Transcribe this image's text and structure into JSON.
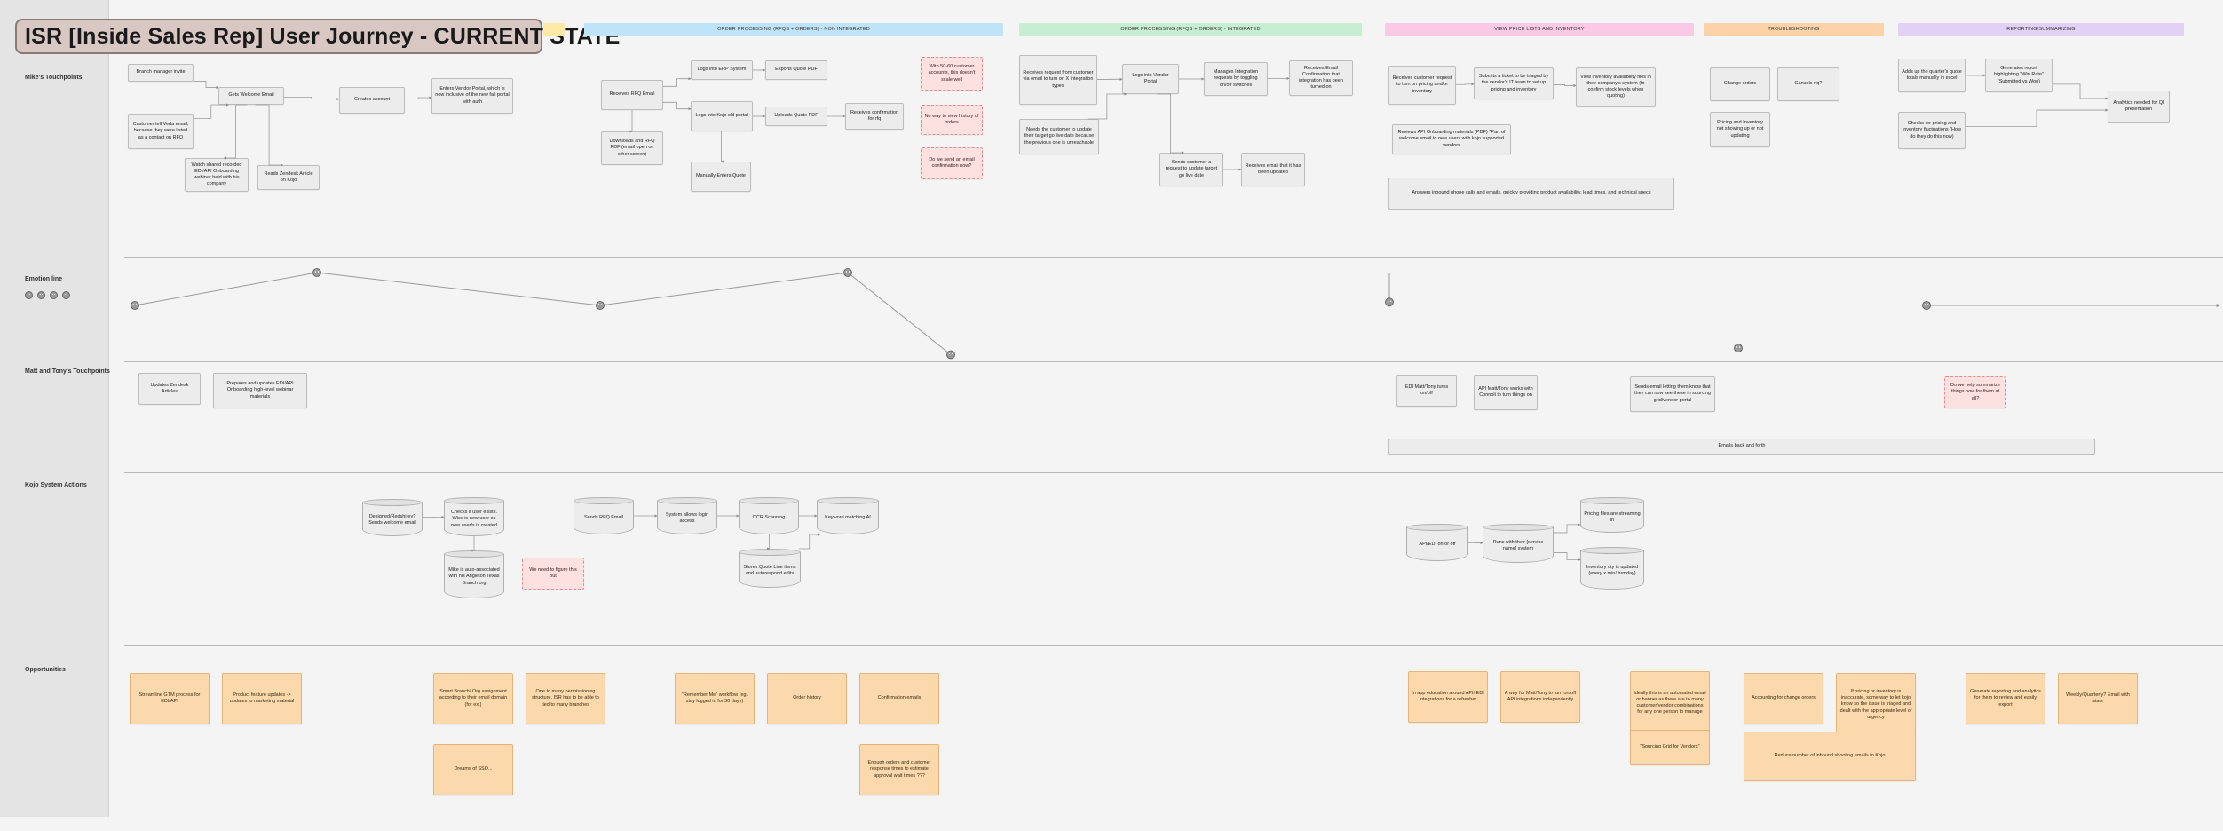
{
  "title": "ISR [Inside Sales Rep] User Journey - CURRENT STATE",
  "phases": [
    {
      "id": "p0",
      "label": "",
      "color": "#fde9a6"
    },
    {
      "id": "p1",
      "label": "ORDER PROCESSING (RFQS + ORDERS) - non integrated",
      "color": "#bfe3f7"
    },
    {
      "id": "p2",
      "label": "ORDER PROCESSING (RFQS + ORDERS) - integrated",
      "color": "#c7eed3"
    },
    {
      "id": "p3",
      "label": "VIEW PRICE LISTS AND INVENTORY",
      "color": "#f9c9e6"
    },
    {
      "id": "p4",
      "label": "TROUBLESHOOTING",
      "color": "#fcd3a8"
    },
    {
      "id": "p5",
      "label": "REPORTING/SUMMARIZING",
      "color": "#e2d0f5"
    }
  ],
  "lanes": [
    {
      "id": "mike",
      "label": "Mike's Touchpoints"
    },
    {
      "id": "emotion",
      "label": "Emotion line"
    },
    {
      "id": "matt",
      "label": "Matt and Tony's Touchpoints"
    },
    {
      "id": "kojo",
      "label": "Kojo System Actions"
    },
    {
      "id": "opps",
      "label": "Opportunities"
    }
  ],
  "cards": [
    {
      "id": "c1",
      "text": "Branch manager invite",
      "style": "gray"
    },
    {
      "id": "c2",
      "text": "Customer tell Veda email, because they were listed as a contact on RFQ",
      "style": "gray"
    },
    {
      "id": "c3",
      "text": "Gets Welcome Email",
      "style": "gray"
    },
    {
      "id": "c4",
      "text": "Creates account",
      "style": "gray"
    },
    {
      "id": "c5",
      "text": "Enters Vendor Portal, which is now inclusive of the new fall portal with auth",
      "style": "gray"
    },
    {
      "id": "c6",
      "text": "Watch shared recorded EDI/API Onboarding webinar held with his company",
      "style": "gray"
    },
    {
      "id": "c7",
      "text": "Reads Zendesk Article on Kojo",
      "style": "gray"
    },
    {
      "id": "c8",
      "text": "Receives RFQ Email",
      "style": "gray"
    },
    {
      "id": "c9",
      "text": "Logs into ERP System",
      "style": "gray"
    },
    {
      "id": "c10",
      "text": "Exports Quote PDF",
      "style": "gray"
    },
    {
      "id": "c11",
      "text": "Logs into Kojo old portal",
      "style": "gray"
    },
    {
      "id": "c12",
      "text": "Uploads Quote PDF",
      "style": "gray"
    },
    {
      "id": "c13",
      "text": "Receives confirmation for rfq",
      "style": "gray"
    },
    {
      "id": "c14",
      "text": "Downloads and RFQ PDF (email open on other screen)",
      "style": "gray"
    },
    {
      "id": "c15",
      "text": "Manually Enters Quote",
      "style": "gray"
    },
    {
      "id": "c16",
      "text": "With 50-60 customer accounts, this doesn't scale well",
      "style": "red"
    },
    {
      "id": "c17",
      "text": "No way to view history of orders",
      "style": "red"
    },
    {
      "id": "c18",
      "text": "Do we send an email confirmation now?",
      "style": "red"
    },
    {
      "id": "c19",
      "text": "Receives request from customer via email to turn on X integration types",
      "style": "gray"
    },
    {
      "id": "c20",
      "text": "Logs into Vendor Portal",
      "style": "gray"
    },
    {
      "id": "c21",
      "text": "Manages Integration requests by toggling on/off switches",
      "style": "gray"
    },
    {
      "id": "c22",
      "text": "Receives Email Confirmation that integration has been turned on",
      "style": "gray"
    },
    {
      "id": "c23",
      "text": "Needs the customer to update their target go live date because the previous one is unreachable",
      "style": "gray"
    },
    {
      "id": "c24",
      "text": "Sends customer a request to update target go live date",
      "style": "gray"
    },
    {
      "id": "c25",
      "text": "Receives email that it has been updated",
      "style": "gray"
    },
    {
      "id": "c26",
      "text": "Receives customer request to turn on pricing and/or inventory",
      "style": "gray"
    },
    {
      "id": "c27",
      "text": "Submits a ticket to be triaged by the vendor's IT team to set up pricing and inventory",
      "style": "gray"
    },
    {
      "id": "c28",
      "text": "View inventory availability files in their company's system (to confirm stock levels when quoting)",
      "style": "gray"
    },
    {
      "id": "c29",
      "text": "Reviews API Onboarding materials (PDF) *Part of welcome email to new users with kojo supported vendors",
      "style": "gray"
    },
    {
      "id": "c30",
      "text": "Answers inbound phone calls and emails, quickly providing product availability, lead times, and technical specs",
      "style": "gray"
    },
    {
      "id": "c31",
      "text": "Change orders",
      "style": "gray"
    },
    {
      "id": "c32",
      "text": "Cancels rfq?",
      "style": "gray"
    },
    {
      "id": "c33",
      "text": "Pricing and Inventory not showing up or not updating",
      "style": "gray"
    },
    {
      "id": "c34",
      "text": "Adds up the quarter's quote totals manually in excel",
      "style": "gray"
    },
    {
      "id": "c35",
      "text": "Generates report highlighting \"Win Rate\" (Submitted vs Won)",
      "style": "gray"
    },
    {
      "id": "c36",
      "text": "Analytics needed for QI presentation",
      "style": "gray"
    },
    {
      "id": "c37",
      "text": "Checks for pricing and inventory fluctuations (How do they do this now)",
      "style": "gray"
    },
    {
      "id": "c38",
      "text": "Updates Zendesk Articles",
      "style": "gray"
    },
    {
      "id": "c39",
      "text": "Prepares and updates EDI/API Onboarding high-level webinar materials",
      "style": "gray"
    },
    {
      "id": "c40",
      "text": "EDI Matt/Tony turns on/off",
      "style": "gray"
    },
    {
      "id": "c41",
      "text": "API Matt/Tony works with Connoli to turn things on",
      "style": "gray"
    },
    {
      "id": "c42",
      "text": "Sends email letting them know that they can now see these in sourcing grid/vendor portal",
      "style": "gray"
    },
    {
      "id": "c43",
      "text": "Do we help summarize things now for them at all?",
      "style": "red"
    },
    {
      "id": "c44",
      "text": "Emails back and forth",
      "style": "gray"
    },
    {
      "id": "c45",
      "text": "We need to figure this out",
      "style": "red"
    },
    {
      "id": "c46",
      "text": "Streamline GTM process for EDI/API",
      "style": "orange"
    },
    {
      "id": "c47",
      "text": "Product feature updates -> updates to marketing material",
      "style": "orange"
    },
    {
      "id": "c48",
      "text": "Smart Branch/ Org assignment according to their email domain (for ex.)",
      "style": "orange"
    },
    {
      "id": "c49",
      "text": "One to many permissioning structure. ISR has to be able to tied to many branches",
      "style": "orange"
    },
    {
      "id": "c50",
      "text": "Dreams of SSO...",
      "style": "orange"
    },
    {
      "id": "c51",
      "text": "\"Remember Me\" workflow (eg. stay logged in for 30 days)",
      "style": "orange"
    },
    {
      "id": "c52",
      "text": "Order history",
      "style": "orange"
    },
    {
      "id": "c53",
      "text": "Confirmation emails",
      "style": "orange"
    },
    {
      "id": "c54",
      "text": "Enough orders and customer response times to estimate approval wait times ???",
      "style": "orange"
    },
    {
      "id": "c55",
      "text": "In app education around API/ EDI integrations for a refresher",
      "style": "orange"
    },
    {
      "id": "c56",
      "text": "A way for Matt/Tony to turn on/off API integrations independently",
      "style": "orange"
    },
    {
      "id": "c57",
      "text": "Ideally this is an automated email or banner as there are to many customer/vendor combinations for any one person to manage",
      "style": "orange"
    },
    {
      "id": "c58",
      "text": "\"Sourcing Grid for Vendors\"",
      "style": "orange"
    },
    {
      "id": "c59",
      "text": "Accounting for change orders",
      "style": "orange"
    },
    {
      "id": "c60",
      "text": "If pricing or inventory is inaccurate, some way to let kojo know so the issue is triaged and dealt with the appropriate level of urgency",
      "style": "orange"
    },
    {
      "id": "c61",
      "text": "Reduce number of inbound shooting emails to Kojo",
      "style": "orange"
    },
    {
      "id": "c62",
      "text": "Generate reporting and analytics for them to review and easily export",
      "style": "orange"
    },
    {
      "id": "c63",
      "text": "Weekly/Quarterly? Email with stats",
      "style": "orange"
    }
  ],
  "cylinders": [
    {
      "id": "d1",
      "text": "Designed/Redshirey? Sends welcome email"
    },
    {
      "id": "d2",
      "text": "Checks if user exists. Wise is new user so new user/s is created"
    },
    {
      "id": "d3",
      "text": "Mike is auto-associated with his Angleton Texas Branch org"
    },
    {
      "id": "d4",
      "text": "Sends RFQ Email"
    },
    {
      "id": "d5",
      "text": "System allows login access"
    },
    {
      "id": "d6",
      "text": "OCR Scanning"
    },
    {
      "id": "d7",
      "text": "Keyword matching AI"
    },
    {
      "id": "d8",
      "text": "Stores Quote Line items and autorespond edits"
    },
    {
      "id": "d9",
      "text": "API/EDI on or off"
    },
    {
      "id": "d10",
      "text": "Runs with their [service name] system"
    },
    {
      "id": "d11",
      "text": "Pricing files are streaming in"
    },
    {
      "id": "d12",
      "text": "Inventory qty is updated (every x min/ hrmday)"
    }
  ],
  "emotion_points": [
    {
      "x": 1,
      "y": 0.0
    },
    {
      "x": 2,
      "y": 1.0
    },
    {
      "x": 3,
      "y": 0.0
    },
    {
      "x": 4,
      "y": 1.0
    },
    {
      "x": 5,
      "y": -1.5
    },
    {
      "x": 6,
      "y": 0.1
    },
    {
      "x": 7,
      "y": 1.0
    },
    {
      "x": 8,
      "y": -1.3
    },
    {
      "x": 9,
      "y": 0.0
    },
    {
      "x": 10,
      "y": 0.0
    }
  ],
  "legend_faces": 4
}
